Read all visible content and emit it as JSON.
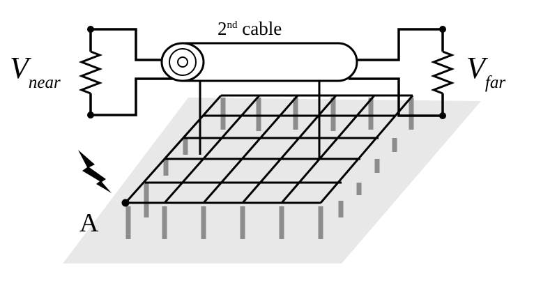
{
  "labels": {
    "cable": "cable",
    "cable_ordinal_number": "2",
    "cable_ordinal_suffix": "nd",
    "v_near_symbol": "V",
    "v_near_subscript": "near",
    "v_far_symbol": "V",
    "v_far_subscript": "far",
    "point_a": "A"
  },
  "icons": {
    "lightning": "lightning-bolt-icon",
    "resistor": "resistor-zigzag-icon"
  },
  "colors": {
    "ground_plane": "#e8e8e8",
    "rods": "#8c8c8c",
    "wire": "#000000",
    "cable_fill": "#ffffff"
  }
}
